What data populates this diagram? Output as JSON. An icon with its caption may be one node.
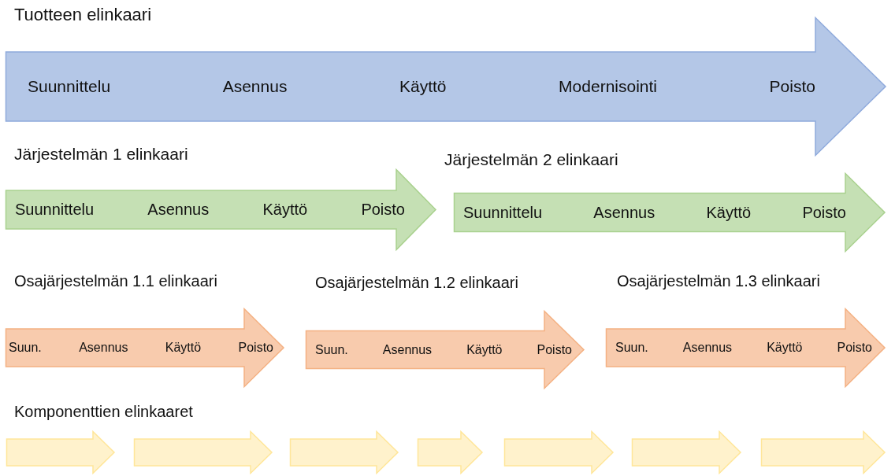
{
  "diagram": {
    "nodes": [
      {
        "text": [
          "Tuotteen elinkaari",
          "Suunnittelu",
          "Asennus",
          "Käyttö",
          "Modernisointi",
          "Poisto"
        ]
      },
      {
        "text": [
          "Järjestelmän 1 elinkaari",
          "Suunnittelu",
          "Asennus",
          "Käyttö",
          "Poisto"
        ]
      },
      {
        "text": [
          "Järjestelmän 2 elinkaari",
          "Suunnittelu",
          "Asennus",
          "Käyttö",
          "Poisto"
        ]
      },
      {
        "text": [
          "Osajärjestelmän 1.1 elinkaari",
          "Suun.",
          "Asennus",
          "Käyttö",
          "Poisto"
        ]
      },
      {
        "text": [
          "Osajärjestelmän 1.2 elinkaari",
          "Suun.",
          "Asennus",
          "Käyttö",
          "Poisto"
        ]
      },
      {
        "text": [
          "Osajärjestelmän 1.3 elinkaari",
          "Suun.",
          "Asennus",
          "Käyttö",
          "Poisto"
        ]
      },
      {
        "text": [],
        "shape": "arrow"
      },
      {
        "text": [],
        "shape": "arrow"
      },
      {
        "text": [],
        "shape": "arrow"
      },
      {
        "text": [],
        "shape": "arrow"
      },
      {
        "text": [],
        "shape": "arrow"
      },
      {
        "text": [],
        "shape": "arrow"
      },
      {
        "text": [],
        "shape": "arrow"
      }
    ],
    "labels": [
      "Komponenttien elinkaaret"
    ]
  }
}
